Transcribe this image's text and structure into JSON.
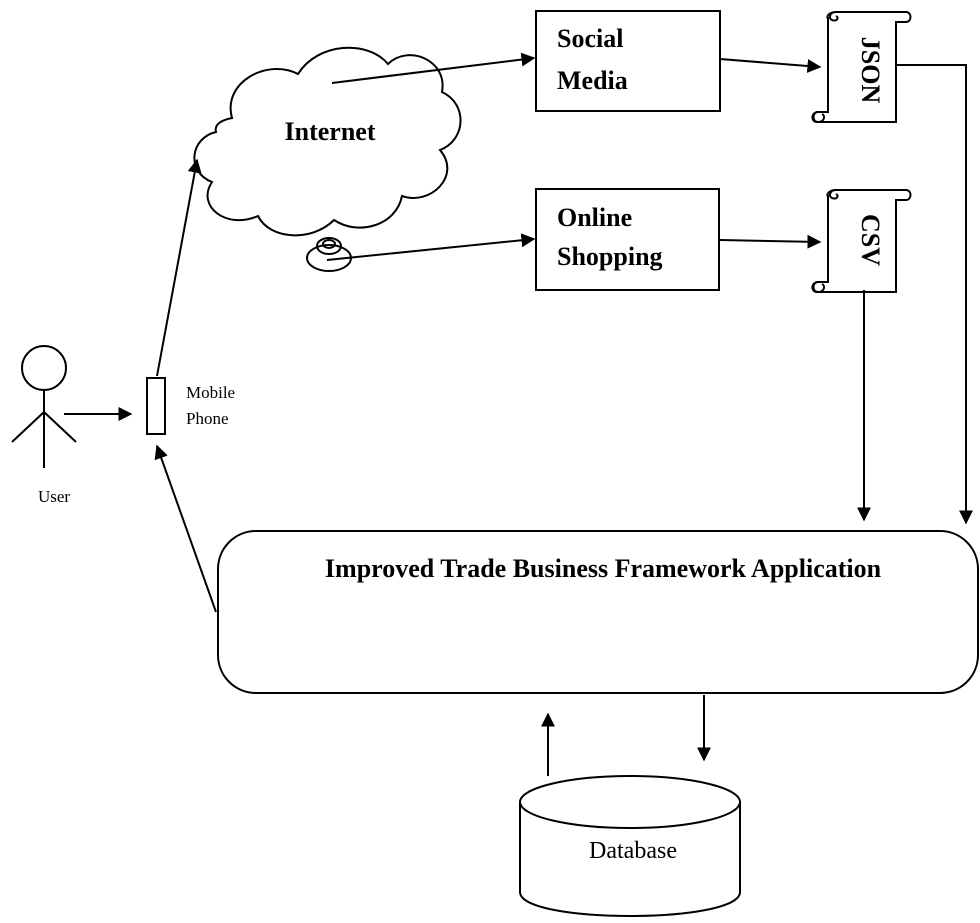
{
  "cloud": {
    "label": "Internet"
  },
  "boxes": {
    "social_media": [
      "Social",
      "Media"
    ],
    "online_shopping": [
      "Online",
      "Shopping"
    ]
  },
  "files": {
    "json": "JSON",
    "csv": "CSV"
  },
  "application": {
    "label": "Improved Trade Business Framework Application"
  },
  "database": {
    "label": "Database"
  },
  "user": {
    "label": "User"
  },
  "device": {
    "label_line1": "Mobile",
    "label_line2": "Phone"
  },
  "colors": {
    "stroke": "#000000",
    "background": "#ffffff"
  }
}
